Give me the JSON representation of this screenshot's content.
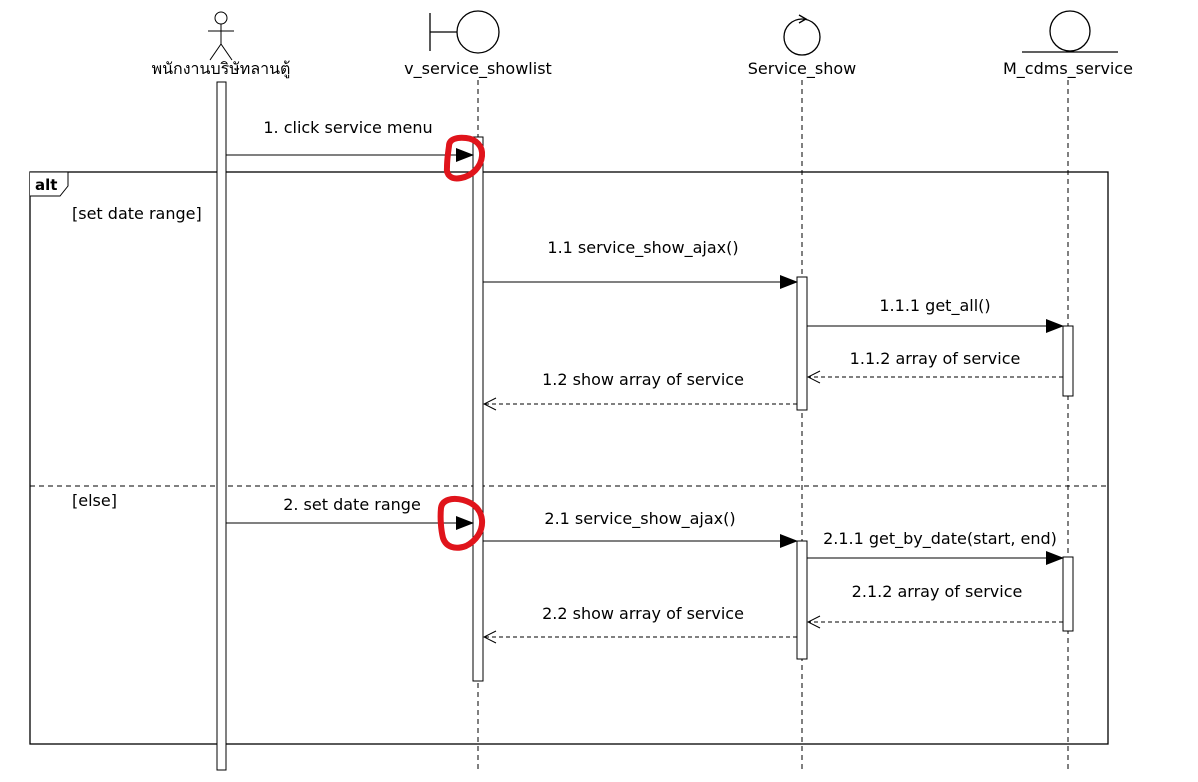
{
  "participants": [
    {
      "name": "พนักงานบริษัทลานตู้",
      "type": "actor"
    },
    {
      "name": "v_service_showlist",
      "type": "boundary"
    },
    {
      "name": "Service_show",
      "type": "control"
    },
    {
      "name": "M_cdms_service",
      "type": "entity"
    }
  ],
  "fragment": {
    "operator": "alt",
    "guards": [
      "[set date range]",
      "[else]"
    ]
  },
  "messages": [
    {
      "label": "1. click service menu",
      "from": 0,
      "to": 1,
      "kind": "sync"
    },
    {
      "label": "1.1 service_show_ajax()",
      "from": 1,
      "to": 2,
      "kind": "sync"
    },
    {
      "label": "1.1.1 get_all()",
      "from": 2,
      "to": 3,
      "kind": "sync"
    },
    {
      "label": "1.1.2 array of service",
      "from": 3,
      "to": 2,
      "kind": "return"
    },
    {
      "label": "1.2 show array of service",
      "from": 2,
      "to": 1,
      "kind": "return"
    },
    {
      "label": "2. set date range",
      "from": 0,
      "to": 1,
      "kind": "sync"
    },
    {
      "label": "2.1 service_show_ajax()",
      "from": 1,
      "to": 2,
      "kind": "sync"
    },
    {
      "label": "2.1.1 get_by_date(start, end)",
      "from": 2,
      "to": 3,
      "kind": "sync"
    },
    {
      "label": "2.1.2 array of service",
      "from": 3,
      "to": 2,
      "kind": "return"
    },
    {
      "label": "2.2 show array of service",
      "from": 2,
      "to": 1,
      "kind": "return"
    }
  ],
  "highlight_color": "#e0141b"
}
